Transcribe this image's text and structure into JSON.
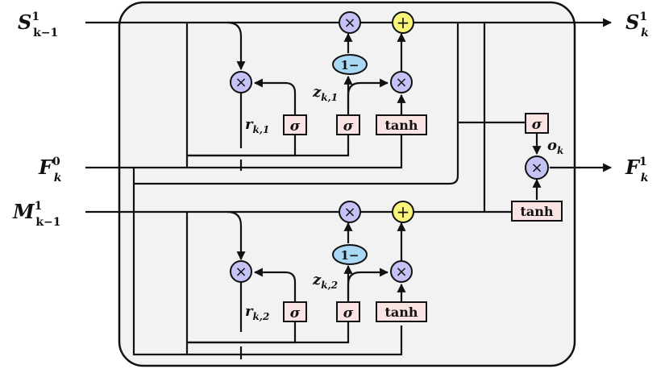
{
  "io": {
    "s_prev": {
      "base": "S",
      "sup": "1",
      "sub": "k−1"
    },
    "s_out": {
      "base": "S",
      "sup": "1",
      "sub": "k"
    },
    "f_in": {
      "base": "F",
      "sup": "0",
      "sub": "k"
    },
    "f_out": {
      "base": "F",
      "sup": "1",
      "sub": "k"
    },
    "m_prev": {
      "base": "M",
      "sup": "1",
      "sub": "k−1"
    }
  },
  "gates": {
    "sigma": "σ",
    "tanh": "tanh",
    "one_minus": "1−",
    "times": "×",
    "plus": "+"
  },
  "labels": {
    "r1": {
      "base": "r",
      "sub": "k,1"
    },
    "z1": {
      "base": "z",
      "sub": "k,1"
    },
    "r2": {
      "base": "r",
      "sub": "k,2"
    },
    "z2": {
      "base": "z",
      "sub": "k,2"
    },
    "o": {
      "base": "o",
      "sub": "k"
    }
  },
  "colors": {
    "box_fill": "#f2f2f2",
    "multiply": "#c5c3f5",
    "add": "#fbf57a",
    "one_minus": "#a8d8f4",
    "gate_box": "#f9e3e3"
  }
}
